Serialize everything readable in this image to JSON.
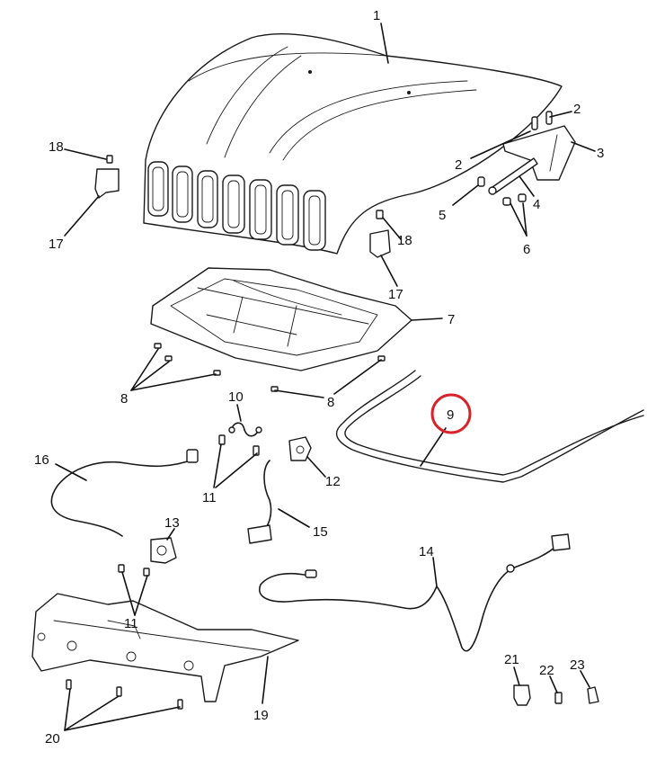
{
  "diagram": {
    "highlight_color": "#d8232a",
    "highlighted_callout": "9",
    "callouts": {
      "c1": "1",
      "c2a": "2",
      "c2b": "2",
      "c3": "3",
      "c4": "4",
      "c5": "5",
      "c6": "6",
      "c7": "7",
      "c8a": "8",
      "c8b": "8",
      "c9": "9",
      "c10": "10",
      "c11a": "11",
      "c11b": "11",
      "c12": "12",
      "c13": "13",
      "c14": "14",
      "c15": "15",
      "c16": "16",
      "c17a": "17",
      "c17b": "17",
      "c18a": "18",
      "c18b": "18",
      "c19": "19",
      "c20": "20",
      "c21": "21",
      "c22": "22",
      "c23": "23"
    }
  }
}
